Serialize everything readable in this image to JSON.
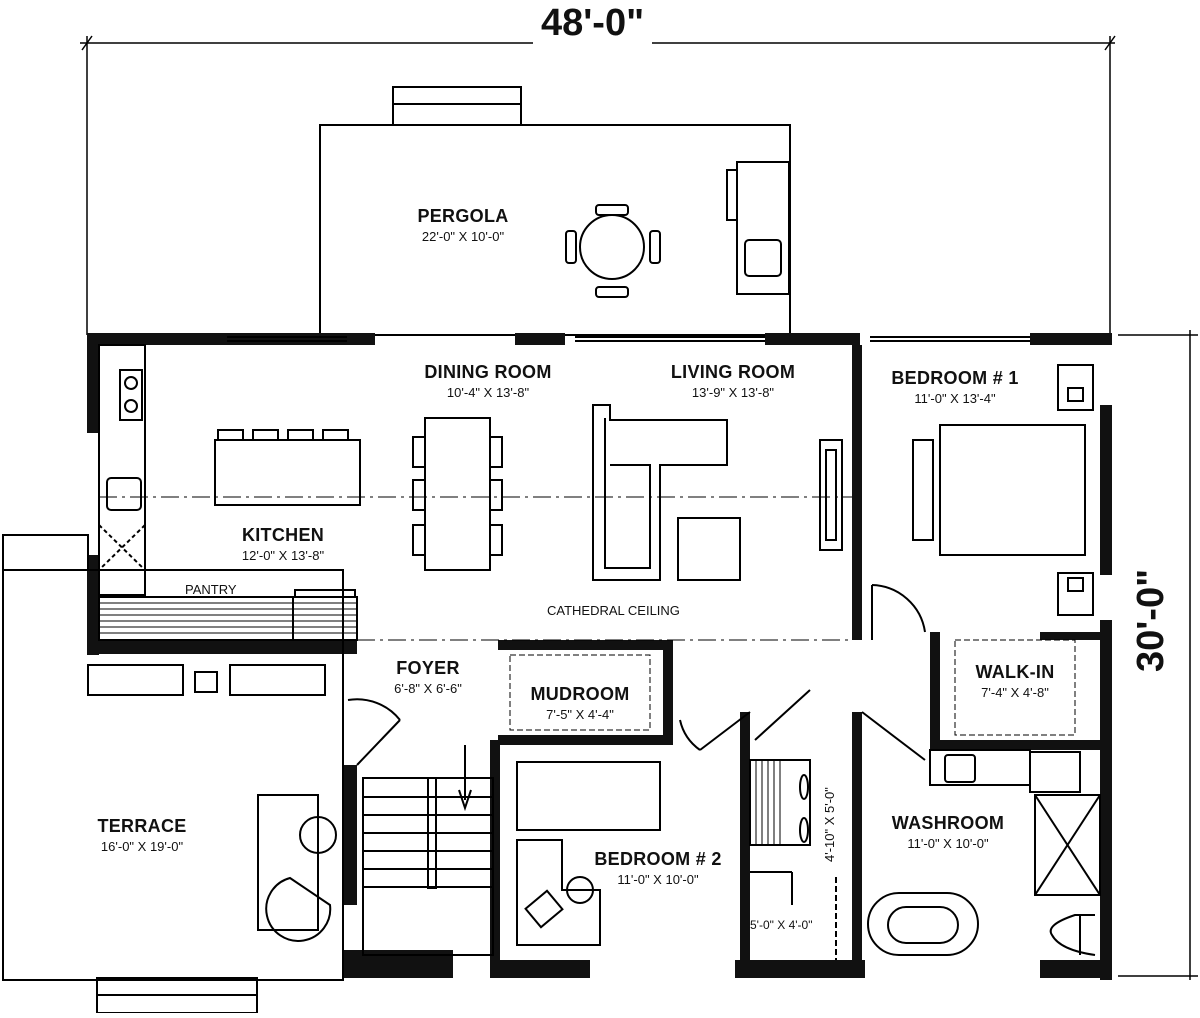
{
  "overall_dimensions": {
    "width": "48'-0\"",
    "depth": "30'-0\""
  },
  "rooms": [
    {
      "id": "pergola",
      "name": "PERGOLA",
      "dims": "22'-0\" X 10'-0\""
    },
    {
      "id": "dining",
      "name": "DINING ROOM",
      "dims": "10'-4\" X 13'-8\""
    },
    {
      "id": "living",
      "name": "LIVING ROOM",
      "dims": "13'-9\" X 13'-8\""
    },
    {
      "id": "bedroom1",
      "name": "BEDROOM # 1",
      "dims": "11'-0\" X 13'-4\""
    },
    {
      "id": "kitchen",
      "name": "KITCHEN",
      "dims": "12'-0\" X 13'-8\""
    },
    {
      "id": "walkin",
      "name": "WALK-IN",
      "dims": "7'-4\" X 4'-8\""
    },
    {
      "id": "foyer",
      "name": "FOYER",
      "dims": "6'-8\" X 6'-6\""
    },
    {
      "id": "mudroom",
      "name": "MUDROOM",
      "dims": "7'-5\" X 4'-4\""
    },
    {
      "id": "terrace",
      "name": "TERRACE",
      "dims": "16'-0\" X 19'-0\""
    },
    {
      "id": "bedroom2",
      "name": "BEDROOM # 2",
      "dims": "11'-0\" X 10'-0\""
    },
    {
      "id": "washroom",
      "name": "WASHROOM",
      "dims": "11'-0\" X 10'-0\""
    }
  ],
  "annotations": {
    "pantry": "PANTRY",
    "cathedral_ceiling": "CATHEDRAL CEILING",
    "laundry_dims": "4'-10\" X 5'-0\"",
    "closet_dims": "5'-0\" X 4'-0\""
  },
  "colors": {
    "wall": "#111111",
    "line": "#000000",
    "background": "#ffffff"
  }
}
